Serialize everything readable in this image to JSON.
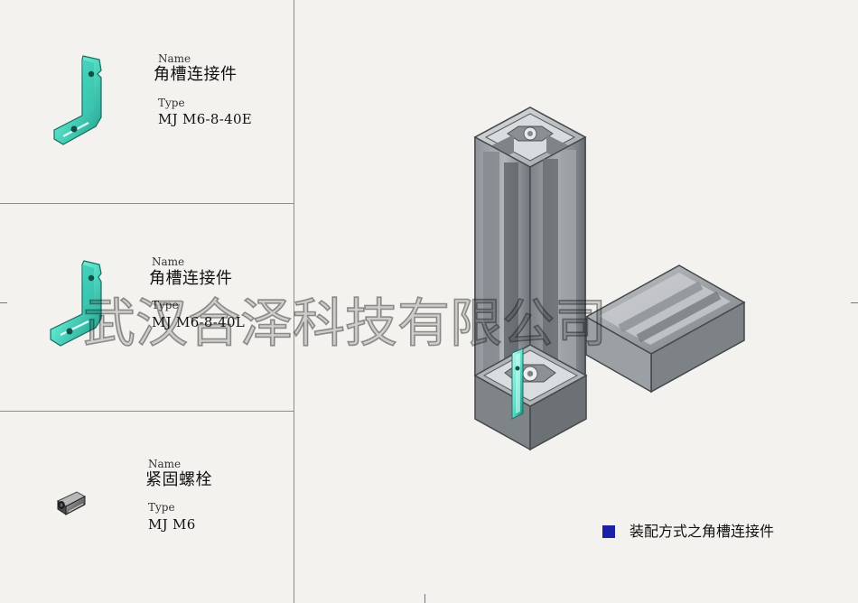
{
  "left_panel": {
    "items": [
      {
        "name_label": "Name",
        "name_value": "角槽连接件",
        "type_label": "Type",
        "type_value": "MJ M6-8-40E",
        "icon": "angle-connector-icon"
      },
      {
        "name_label": "Name",
        "name_value": "角槽连接件",
        "type_label": "Type",
        "type_value": "MJ M6-8-40L",
        "icon": "angle-connector-icon"
      },
      {
        "name_label": "Name",
        "name_value": "紧固螺栓",
        "type_label": "Type",
        "type_value": "MJ M6",
        "icon": "fastening-bolt-icon"
      }
    ]
  },
  "watermark": "武汉合泽科技有限公司",
  "legend": {
    "text": "装配方式之角槽连接件",
    "marker_color": "#1b20a7"
  }
}
